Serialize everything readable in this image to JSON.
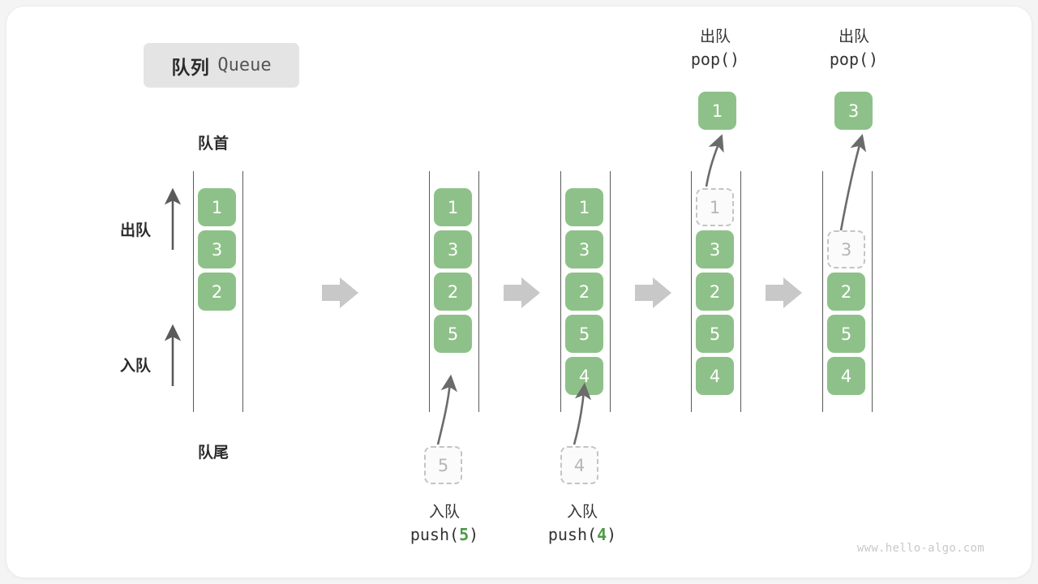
{
  "title": {
    "cn": "队列",
    "en": "Queue"
  },
  "labels": {
    "front": "队首",
    "rear": "队尾",
    "dequeue": "出队",
    "enqueue": "入队"
  },
  "watermark": "www.hello-algo.com",
  "icons": {
    "step_arrow": "right-block-arrow-icon",
    "up_arrow": "up-arrow-icon",
    "curved_arrow": "curved-arrow-icon"
  },
  "colors": {
    "cell_fill": "#8ec189",
    "cell_text": "#ffffff",
    "ghost_border": "#c4c4c4",
    "ghost_text": "#b6b6b6",
    "rail": "#5a5a5a",
    "step_arrow": "#c8c8c8",
    "accent_green": "#4d9a47",
    "badge_bg": "#e4e4e4"
  },
  "stages": [
    {
      "name": "initial",
      "cells": [
        {
          "value": "1",
          "state": "filled"
        },
        {
          "value": "3",
          "state": "filled"
        },
        {
          "value": "2",
          "state": "filled"
        }
      ],
      "bottom_label": null,
      "top_label": null,
      "incoming": null,
      "outgoing": null
    },
    {
      "name": "push-5",
      "cells": [
        {
          "value": "1",
          "state": "filled"
        },
        {
          "value": "3",
          "state": "filled"
        },
        {
          "value": "2",
          "state": "filled"
        },
        {
          "value": "5",
          "state": "filled"
        }
      ],
      "bottom_label": {
        "line1": "入队",
        "op": "push(",
        "num": "5",
        "close": ")"
      },
      "incoming": {
        "value": "5",
        "state": "ghost"
      }
    },
    {
      "name": "push-4",
      "cells": [
        {
          "value": "1",
          "state": "filled"
        },
        {
          "value": "3",
          "state": "filled"
        },
        {
          "value": "2",
          "state": "filled"
        },
        {
          "value": "5",
          "state": "filled"
        },
        {
          "value": "4",
          "state": "filled"
        }
      ],
      "bottom_label": {
        "line1": "入队",
        "op": "push(",
        "num": "4",
        "close": ")"
      },
      "incoming": {
        "value": "4",
        "state": "ghost"
      }
    },
    {
      "name": "pop-1",
      "cells": [
        {
          "value": "1",
          "state": "ghost"
        },
        {
          "value": "3",
          "state": "filled"
        },
        {
          "value": "2",
          "state": "filled"
        },
        {
          "value": "5",
          "state": "filled"
        },
        {
          "value": "4",
          "state": "filled"
        }
      ],
      "top_label": {
        "line1": "出队",
        "line2": "pop()"
      },
      "outgoing": {
        "value": "1",
        "state": "filled"
      }
    },
    {
      "name": "pop-3",
      "cells": [
        {
          "value": "",
          "state": "empty"
        },
        {
          "value": "3",
          "state": "ghost"
        },
        {
          "value": "2",
          "state": "filled"
        },
        {
          "value": "5",
          "state": "filled"
        },
        {
          "value": "4",
          "state": "filled"
        }
      ],
      "top_label": {
        "line1": "出队",
        "line2": "pop()"
      },
      "outgoing": {
        "value": "3",
        "state": "filled"
      }
    }
  ]
}
